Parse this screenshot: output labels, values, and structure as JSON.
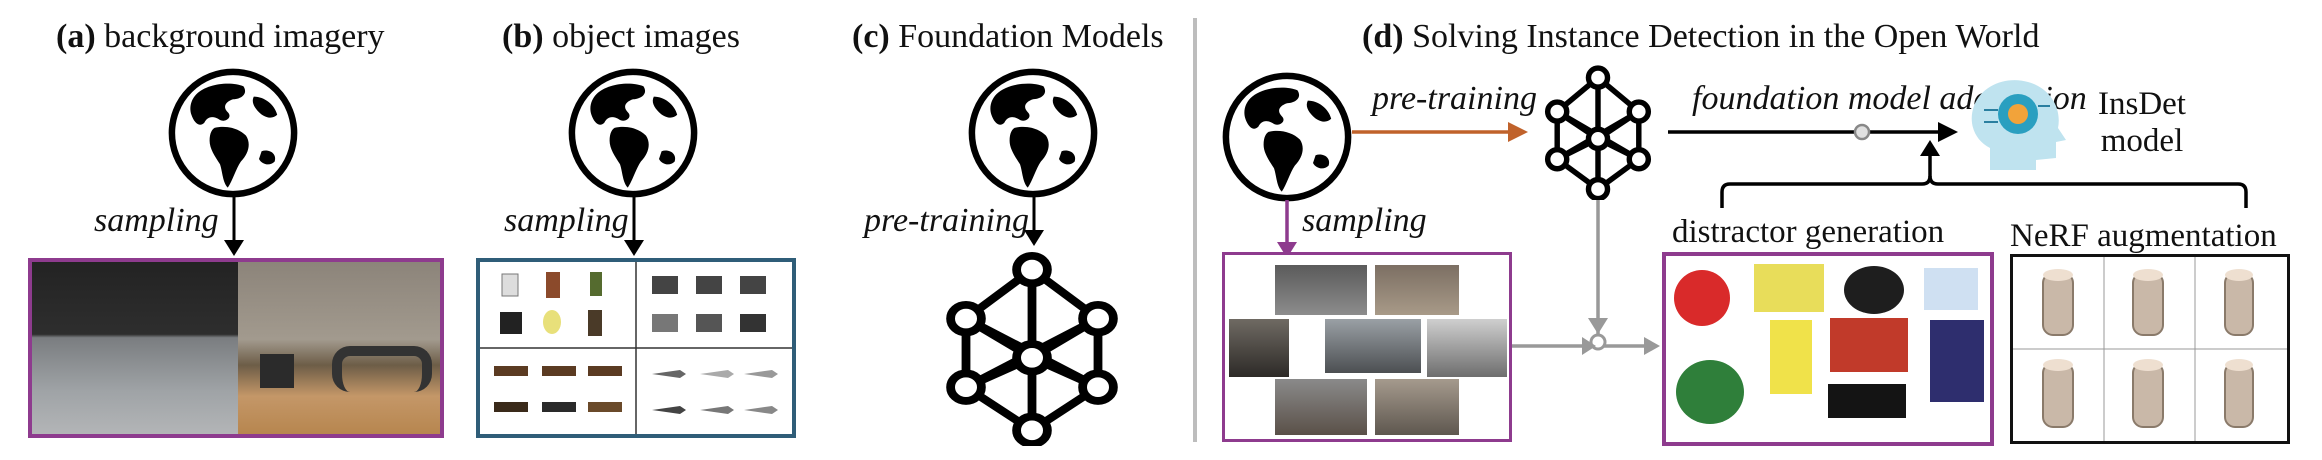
{
  "panels": {
    "a": {
      "letter": "(a)",
      "title": "background imagery",
      "arrow_label": "sampling"
    },
    "b": {
      "letter": "(b)",
      "title": "object images",
      "arrow_label": "sampling"
    },
    "c": {
      "letter": "(c)",
      "title": "Foundation Models",
      "arrow_label": "pre-training"
    },
    "d": {
      "letter": "(d)",
      "title": "Solving Instance Detection in the Open World",
      "pretrain_label": "pre-training",
      "adapt_label": "foundation model adaptation",
      "sampling_label": "sampling",
      "distractor_label": "distractor generation",
      "nerf_label": "NeRF augmentation",
      "model_label_line1": "InsDet",
      "model_label_line2": "model"
    }
  },
  "colors": {
    "purple": "#8e3b8e",
    "blue": "#2f5d78",
    "orange": "#c0622b",
    "gray": "#999999",
    "divider": "#bdbdbd"
  },
  "icons": [
    "globe-icon",
    "neural-network-icon",
    "ai-head-icon"
  ]
}
